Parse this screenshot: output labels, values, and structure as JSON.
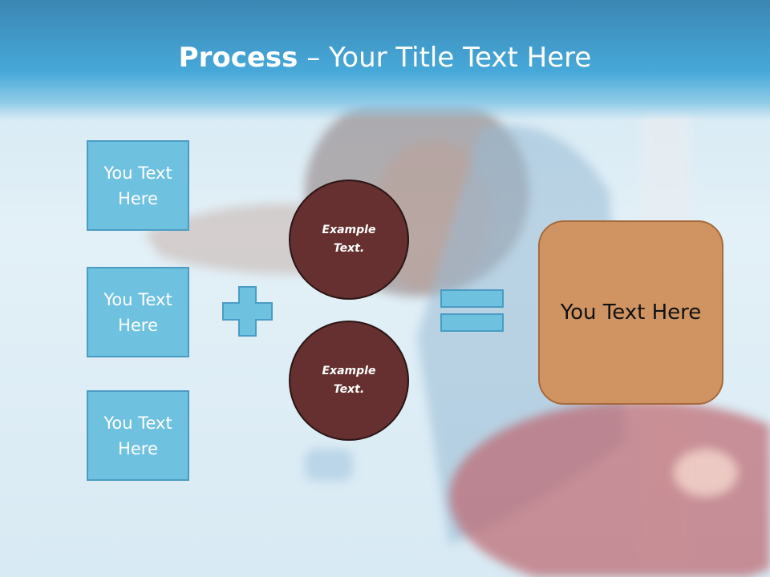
{
  "title": {
    "bold": "Process",
    "dash": " – ",
    "rest": "Your Title Text Here"
  },
  "left_boxes": [
    {
      "label": "You Text Here"
    },
    {
      "label": "You Text Here"
    },
    {
      "label": "You Text Here"
    }
  ],
  "circles": [
    {
      "label": "Example Text."
    },
    {
      "label": "Example Text."
    }
  ],
  "result": {
    "label": "You Text Here"
  },
  "colors": {
    "header": "#47a9d9",
    "box_fill": "#6fc1e0",
    "circle_fill": "#662f30",
    "result_fill": "#cf9462",
    "operator": "#6fc1e0"
  },
  "icons": {
    "plus": "plus-sign",
    "equals": "equals-sign"
  }
}
